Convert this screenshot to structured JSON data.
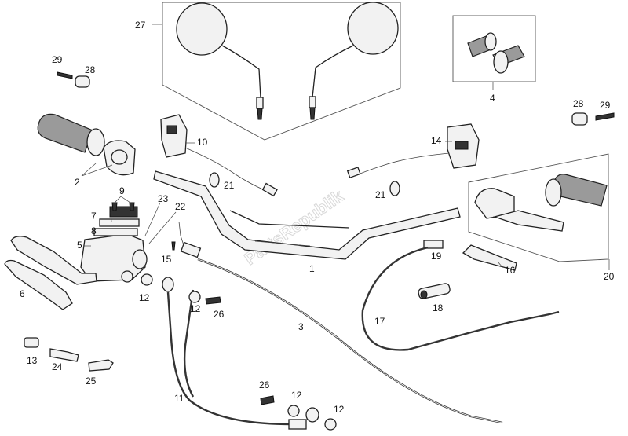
{
  "watermark": "PartsRepublik",
  "callouts": {
    "c1": "1",
    "c2": "2",
    "c3": "3",
    "c4": "4",
    "c5": "5",
    "c6": "6",
    "c7": "7",
    "c8": "8",
    "c9": "9",
    "c10": "10",
    "c11": "11",
    "c12a": "12",
    "c12b": "12",
    "c12c": "12",
    "c12d": "12",
    "c13": "13",
    "c14": "14",
    "c15": "15",
    "c16": "16",
    "c17": "17",
    "c18": "18",
    "c19": "19",
    "c20": "20",
    "c21a": "21",
    "c21b": "21",
    "c22": "22",
    "c23": "23",
    "c24": "24",
    "c25": "25",
    "c26a": "26",
    "c26b": "26",
    "c27": "27",
    "c28a": "28",
    "c28b": "28",
    "c29a": "29",
    "c29b": "29"
  }
}
